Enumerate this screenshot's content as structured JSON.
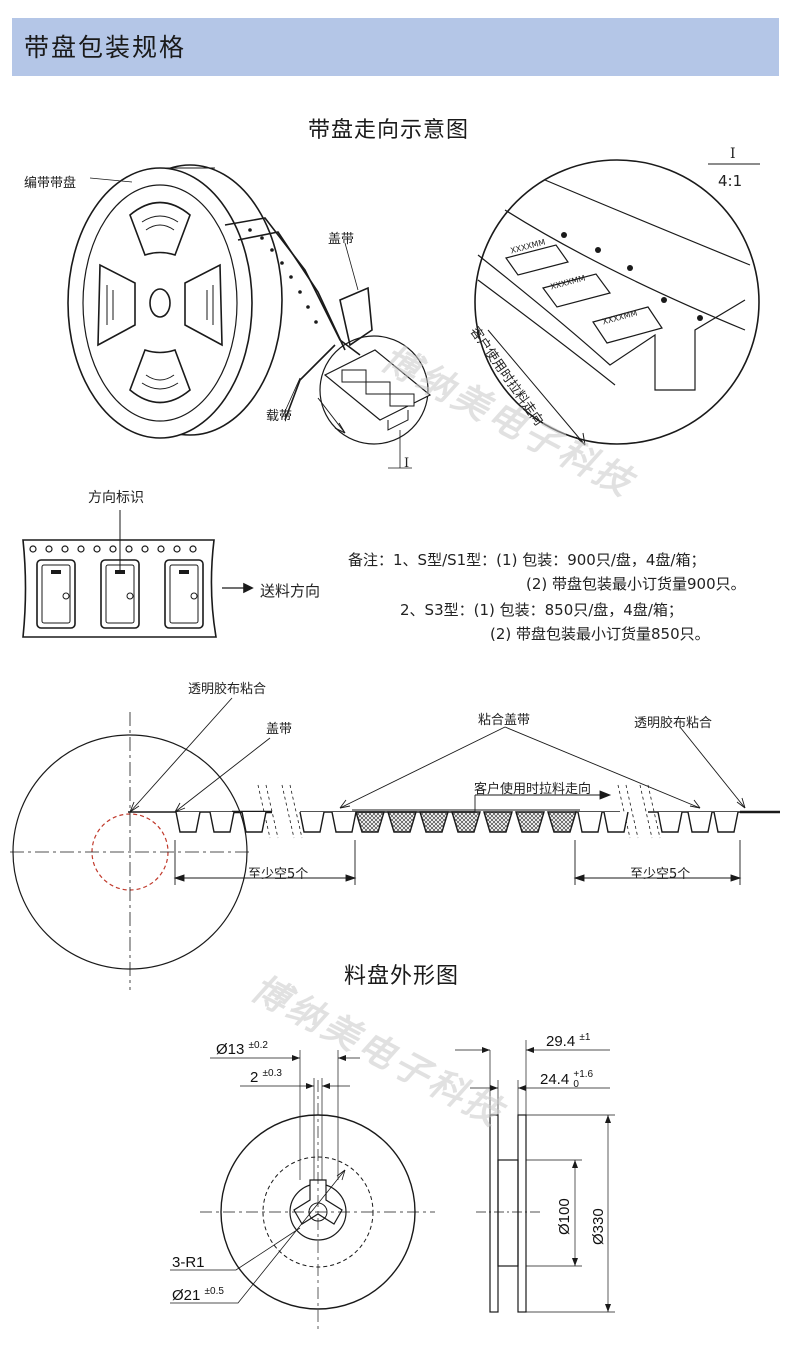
{
  "header": {
    "title": "带盘包装规格"
  },
  "section1": {
    "title": "带盘走向示意图",
    "reel_label": "编带带盘",
    "cover_tape_label": "盖带",
    "carrier_tape_label": "载带",
    "detail_marker": "I",
    "detail_scale_top": "I",
    "detail_scale_bottom": "4:1",
    "pull_direction": "客户使用时拉料走向",
    "chip_marking": "XXXXMM",
    "orientation_label": "方向标识",
    "feed_direction": "送料方向"
  },
  "notes": {
    "line1": "备注：1、S型/S1型：(1) 包装：900只/盘，4盘/箱；",
    "line2": "(2) 带盘包装最小订货量900只。",
    "line3": "2、S3型：(1) 包装：850只/盘，4盘/箱；",
    "line4": "(2) 带盘包装最小订货量850只。"
  },
  "section2": {
    "tape_label_left": "透明胶布粘合",
    "cover_tape": "盖带",
    "sealed_cover_tape": "粘合盖带",
    "tape_label_right": "透明胶布粘合",
    "pull_direction": "客户使用时拉料走向",
    "empty_left": "至少空5个",
    "empty_right": "至少空5个"
  },
  "section3": {
    "title": "料盘外形图",
    "dim_hub": "Ø13",
    "dim_hub_tol": "±0.2",
    "dim_slot": "2",
    "dim_slot_tol": "±0.3",
    "dim_radius": "3-R1",
    "dim_bore": "Ø21",
    "dim_bore_tol": "±0.5",
    "dim_width_outer": "29.4",
    "dim_width_outer_tol": "±1",
    "dim_width_inner": "24.4",
    "dim_width_inner_tol_up": "+1.6",
    "dim_width_inner_tol_down": "0",
    "dim_core": "Ø100",
    "dim_outer": "Ø330"
  },
  "watermark": "博纳美电子科技"
}
